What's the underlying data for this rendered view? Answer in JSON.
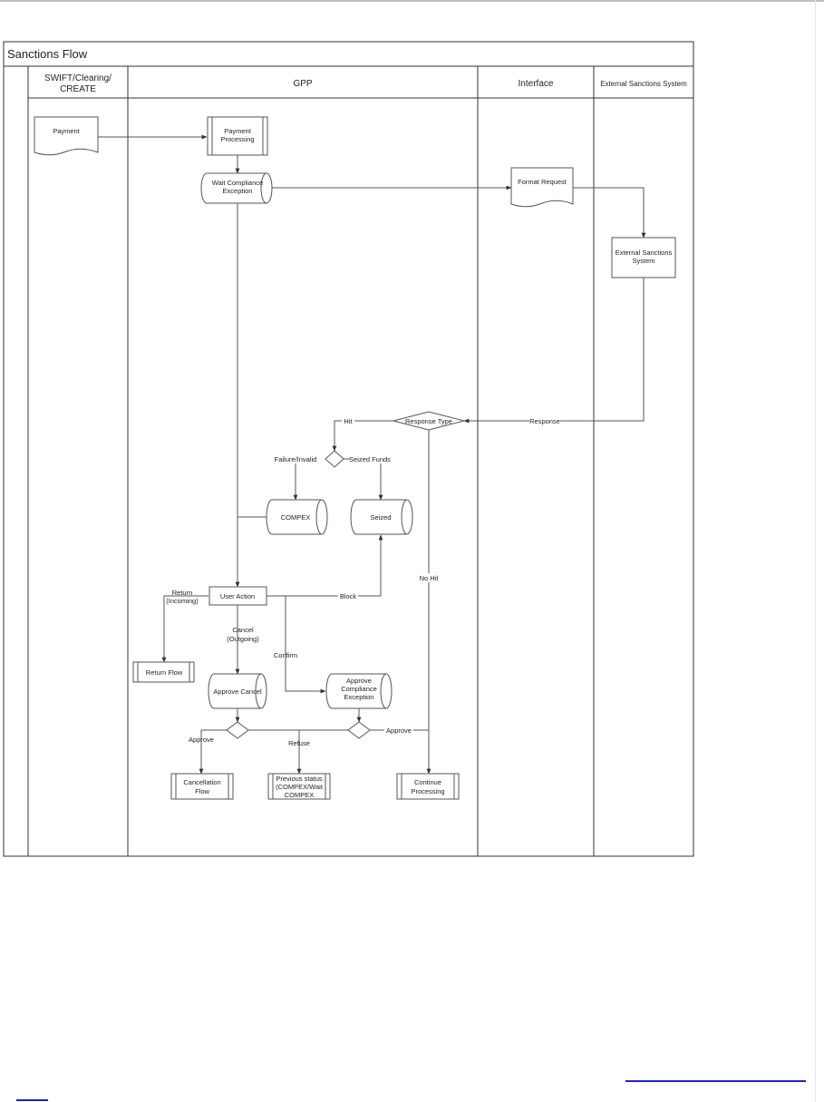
{
  "title": "Sanctions Flow",
  "lanes": {
    "swift": [
      "SWIFT/Clearing/",
      "CREATE"
    ],
    "gpp": "GPP",
    "interface": "Interface",
    "external": "External Sanctions System"
  },
  "nodes": {
    "payment": "Payment",
    "payment_processing": [
      "Payment",
      "Processing"
    ],
    "wait_compliance": [
      "Wait Compliance",
      "Exception"
    ],
    "format_request": "Format Request",
    "external_sanctions": [
      "External Sanctions",
      "System"
    ],
    "response_type": "Response Type",
    "compex": "COMPEX",
    "seized": "Seized",
    "user_action": "User Action",
    "return_flow": "Return Flow",
    "approve_cancel": "Approve Cancel",
    "approve_compliance": [
      "Approve",
      "Compliance",
      "Exception"
    ],
    "cancellation_flow": [
      "Cancellation",
      "Flow"
    ],
    "previous_status": [
      "Previous status",
      "(COMPEX/Wait",
      "COMPEX"
    ],
    "continue_processing": [
      "Continue",
      "Processing"
    ]
  },
  "edges": {
    "response": "Response",
    "hit": "Hit",
    "no_hit": "No Hit",
    "failure_invalid": "Failure/Invalid",
    "seized_funds": "Seized Funds",
    "block": "Block",
    "return_incoming": [
      "Return",
      "(Incoming)"
    ],
    "cancel_outgoing": [
      "Cancel",
      "(Outgoing)"
    ],
    "confirm": "Confirm",
    "approve_left": "Approve",
    "refuse": "Refuse",
    "approve_right": "Approve"
  }
}
